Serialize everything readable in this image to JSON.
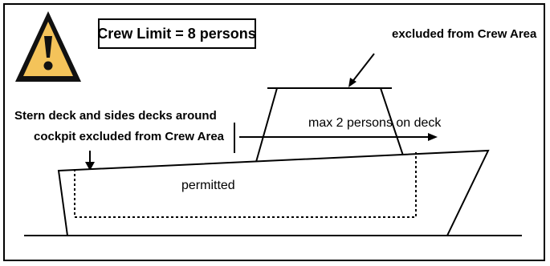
{
  "title_box": {
    "label": "Crew Limit = 8 persons"
  },
  "annotations": {
    "top_right": "excluded from Crew Area",
    "left_line1": "Stern deck and sides decks around",
    "left_line2": "cockpit excluded from Crew Area",
    "max_deck": "max 2 persons on deck",
    "permitted": "permitted"
  },
  "icons": {
    "warning": "warning-triangle-icon"
  },
  "colors": {
    "warning_fill": "#f4c35a",
    "warning_stroke": "#111111",
    "line": "#000000"
  }
}
